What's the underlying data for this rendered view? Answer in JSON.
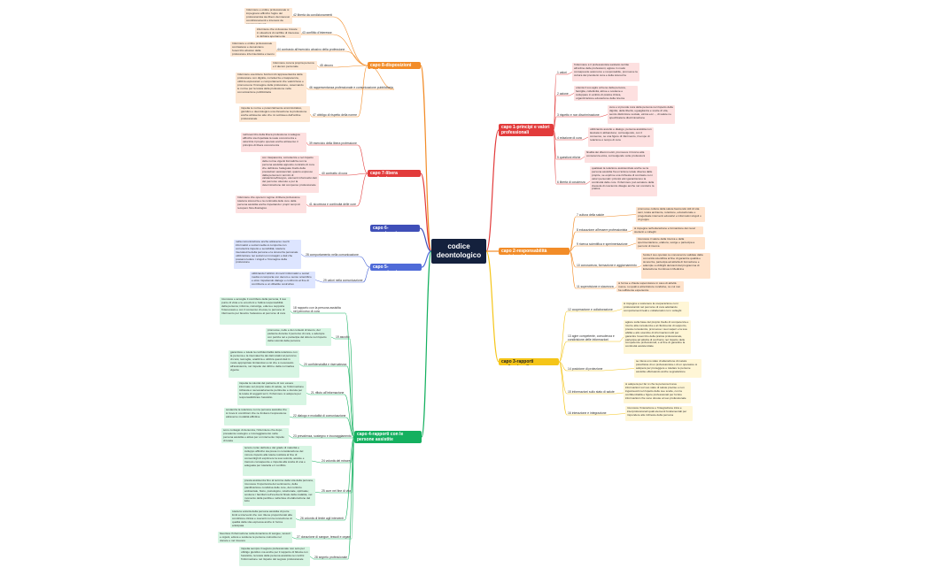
{
  "root": "codice deontologico",
  "colors": {
    "capo8": "#f28c28",
    "capo7": "#e23b3b",
    "capo6": "#3f4fb8",
    "capo5": "#4f6bd8",
    "capo4": "#14b05f",
    "capo1": "#e23b3b",
    "capo2": "#f28c28",
    "capo3": "#f5c518"
  },
  "capo8": {
    "title": "capo 8-disposizioni finali",
    "subs": [
      "42 libertà da condizionamenti",
      "43 conflitto d'interesse",
      "44 contrasto all'esercizio abusivo della professione",
      "45 decoro",
      "46 rappresentanza professionale e comunicazione pubblicitaria",
      "47 obbligo di rispetto della norme"
    ],
    "leaves": [
      "Infermiere e ordine professionale si impegnano affinché l'agire del professionista sia libero da interessi condizionamenti e interessi da pressioni di terzi",
      "infermiere che si dovesse trovare in situazioni di conflitto di interesse si dichiara apertamente",
      "Infermiere e ordine professionale contrastano e denunciano l'esercizio abusivo della professione infermieristica e lavoro sommerso",
      "Infermiere cura la propria persona e il decoro personale",
      "Infermiere esercita le funzioni di rappresentanza della professione con dignità, correttezza e trasparenza, utilizza espressioni e comportamenti che valorizzano e promuovono l'immagine della professione, osservando le norme per la tutela della professione nella comunicazione pubblicitaria",
      "rispetta le norme e potenzialmente amministrativo, giuridico e deontologico una rilevazione la professione anche attraverso atto che mi sottraveo dall'ordine professionale"
    ]
  },
  "capo7": {
    "title": "capo 7-libera professione",
    "subs": [
      "39 esercizio della libera professione",
      "40 contratto di cura",
      "41 sicurezza e continuità delle cure"
    ],
    "leaves": [
      "nell'esercizio della libera professione si adegua affinché sia rispettata la reale concorrenza e valorizza il proprio operato anche attraverso il principio di libera concorrenza",
      "con trasparenza, correttezza e nel rispetto delle norme vigenti formalizza con la persona assistita apposito contratto di cura che definisce l'adeguato livello delle prestazioni assistenziali, quanto espresso dalla persona in termini di valutazione/bisogno, elementi informativi dati del percorso ottenuto e per la determinazione del compenso professionale",
      "Infermiere che opera in regime di libera professione tutela la sicurezza e la continuità delle cure della persona assistita anche rispettando i propri tempi di recupero fisio-fisiologico"
    ]
  },
  "capo6": {
    "title": "capo 6-organizzazione"
  },
  "capo5": {
    "title": "capo 5-comunicazione",
    "subs": [
      "28 comportamento nella comunicazione",
      "29 valori nella comunicazione"
    ],
    "leaves": [
      "nella comunicazione anche attraverso mezzi informatici e social media si comporta con correttezza rispetto e sensibilità; tutela la riservatezza della persona e la sicurezza personale utilizzazione nei social non immagini e dati che possano ledere i singoli e l'immagine della professione",
      "utilizzando l'utilizzo di mezzi informatici e social media si comporta con decoro e senso scientifico e etico rispettando dialogo e confronto al fine di contribuire a un dibattito costruttivo"
    ]
  },
  "capo4": {
    "title": "capo 4-rapporti con le persone assistite",
    "subs": [
      "18 rapporto con la persona assistita nel percorso di cura",
      "19 ascolto",
      "20 confidenzialità e riservatezza",
      "21 rifiuto all'informazione",
      "22 dialogo e modalità di comunicazione",
      "23 prevalenza, sostegno e incoraggiamento",
      "24 volontà del minore",
      "25 cure nel fine di vita",
      "26 volontà di limite agli interventi",
      "27 donazione di sangue, tessuti e organi",
      "28 segreto professionale"
    ],
    "leaves": [
      "riconosce e accoglie il contributo della persona, il suo punto di vista e le emozioni e l'attiva responsabilità della persona; informa, coinvolge, educa e supporta l'interessato e con il consenso di essa, le persone di riferimento per favorire l'adesione al percorso di cura",
      "promuove, nelle e dei contesti di lavoro, del paziente durante il percorso di cura, e adempie con perizia nel e partecipa del dolore nel rispetto della volontà della persona",
      "garantisce e tutela la confidenzialità della relazione con la persona e la riservatezza dei dati relativi al percorso di cura; raccoglie, analizza e utilizza questi dati in modo appropriato limitandosi a ciò che è necessario all'assistenza, nel rispetto dei diritti e della normativa vigente",
      "rispetta la volontà del paziente di non essere informato sul proprio stato di salute, se l'informazione richiesta è necessariamente pertinente e dovuta per la tutela di soggetti terzi, l'informiere si adopera per responsabilizzare l'assistito",
      "sostanzia la relazione con la persona assistita che si trova in condizioni che ne limitano l'espressione attraverso modalità affinitive",
      "sono contagio di denuncia, l'infermiere che dopo prevalente sostegno e incoraggiamento nella persona assistita e attiva per un intervento rispetto di tutela",
      "tenuto conto dell'età e del grado di maturità e sviluppo affinché sia presa in considerazione del minore rispetto alla tutela costituta al fine di consentirgli di esprimere la sua volontà, assiste e tramuto consapevole e rispetta alla scelta di una e adeguata per tutelarla e il conflitto",
      "presta assistenza fino al termine della vita della persona, riconosce l'importanza del sentimento, della pianificazione condivisa delle cure, del conforto ambientale, fisico, psicologico, relazionale, spirituale; sostiene i familiari nell'evolversi finale della malattia, nel momento della perdita e nella fase di elaborazione del lutto",
      "tutela la volontà della persona assistita di porre limiti a interventi che non ritiene proporzionati alla condizione clinica e coerenti con la concezione di qualità della vita espressa anche in forma anticipata",
      "favorisce l'informazione sulla donazione di sangue, tessuti e organi, educa e sostiene le persone coinvolte nel donare e nel ricevere",
      "rispetta sempre il segreto professionale non solo per obbligo giuridico ma anche per il rapporto di fiducia con l'assistito, la tutela della persona assistita nei confini l'informazione nel rispetto del segreto professionale"
    ]
  },
  "capo1": {
    "title": "capo 1-principi e valori professionali",
    "subs": [
      "1 valori",
      "2 azione",
      "3 rispetto e non discriminazione",
      "4 relazione di cura",
      "5 questioni etiche",
      "6 libertà di coscienza"
    ],
    "leaves": [
      "l'infermiere è il professionista sanitario iscritto all'ordine delle professioni, agisce in modo consapevole autonomo e responsabile, promuove la cultura del prendersi cura e della sicurezza",
      "orienta il suo agire al bene della persona, famiglia, collettività, attrue e sostiene e sviluppare in ambito di pratica clinica, organizzazione educazione della ricerca",
      "cura e si prende cura della persona nel rispetto della dignità, della libertà, uguaglianza e scelte di vita, senza distinzione sociale, etnica ecc..., di salute ne specificata la discriminazione",
      "utilizzando ascolto e dialogo, persona assistita non lasciata in abbandono; coinvolgendo, con il consenso, se una figure di riferimento, il tempo di relazione è tempo di cura",
      "finalità dei dilemmi etici, promuove il ricorso alla consulenza etica, coinvolgendo colte professioni",
      "qualsiasi la relazione assistenziale anche se la persona assistita fra un'azione totale diversa dalle proprie, se esprime una richiesta di contrasto con i valori personali i principi etici garantiscono la continuità delle cure. l'infermiere può avvalere della clausola di coscienza disagio anche nel condurre la pratica"
    ]
  },
  "capo2": {
    "title": "capo 2-responsabilità assistenziale",
    "subs": [
      "7 cultura della salute",
      "8 educazione all'essere professionista",
      "9 ricerca scientifica e sperimentazione",
      "10 conoscenza, formazione e aggiornamento",
      "11 supervisione e sicurezza"
    ],
    "leaves": [
      "promuove cultura della salute favorendo stili di vita sani, tutela ambiente, relazione, educazionale e progettuale interventi educativi e informativi singoli o di gruppo",
      "si impegna nell'educazione e formazione dei nuovi studenti e colleghi",
      "riconosce il valore della ricerca e della sperimentazione, elabora, svolge e partecipa a percorsi di ricerca",
      "fonda il suo operato su conoscenze validate dalla comunità scientifica al fine di garantire qualità e sicurezza, partecipa ad attività di formazione e adempie a obblighi derivanti dal programma di Educazione Continua in Medicina",
      "si forma e chiede supervisione in caso di attività nuove, su quali a attrezzature condivise, su cui non ha sufficiente esperienza"
    ]
  },
  "capo3": {
    "title": "capo 3-rapporti professionali",
    "subs": [
      "12 cooperazione e collaborazione",
      "13 agire competente, consulenza e condivisione delle informazioni",
      "14 posizione di protezione",
      "15 informazioni sullo stato di salute",
      "16 interazione e integrazione"
    ],
    "leaves": [
      "si impegna e sostenere la cooperazione con i professionisti nel percorso di cura adottando comportamenti leali e collaborativi con i colleghi",
      "agisce sulla base del proprio livello di competenza e ricorre alla consulenza e al riferimento di supporto, presta consulenza, promuove i suoi saperi e la sua abilità e allo scambio di informazioni utili per garantire l'esercizio della pratica professionale, partecipa ad attività di confronto nel rispetto delle competenze professionali, e al fine di garantire la continuità assistenziale",
      "se rileva uno stato di alterazione di natura psicofisica di un professionista o di un operatore si adopera per proteggere e tutelare le persone assistite effettuando anche segnalazione",
      "si adopera per far sì che la persona riceva informazioni sul suo stato di salute precise e non ingannevoli nel rispetto delle sue scelte, con la confidenzialità e figure professionali per fornire informazioni che sono dovute al suo professionale",
      "riconosce l'interazione e l'integrazione intra e interprofessionali quali elementi fondamentali per rispondere alle richieste della persona"
    ]
  }
}
